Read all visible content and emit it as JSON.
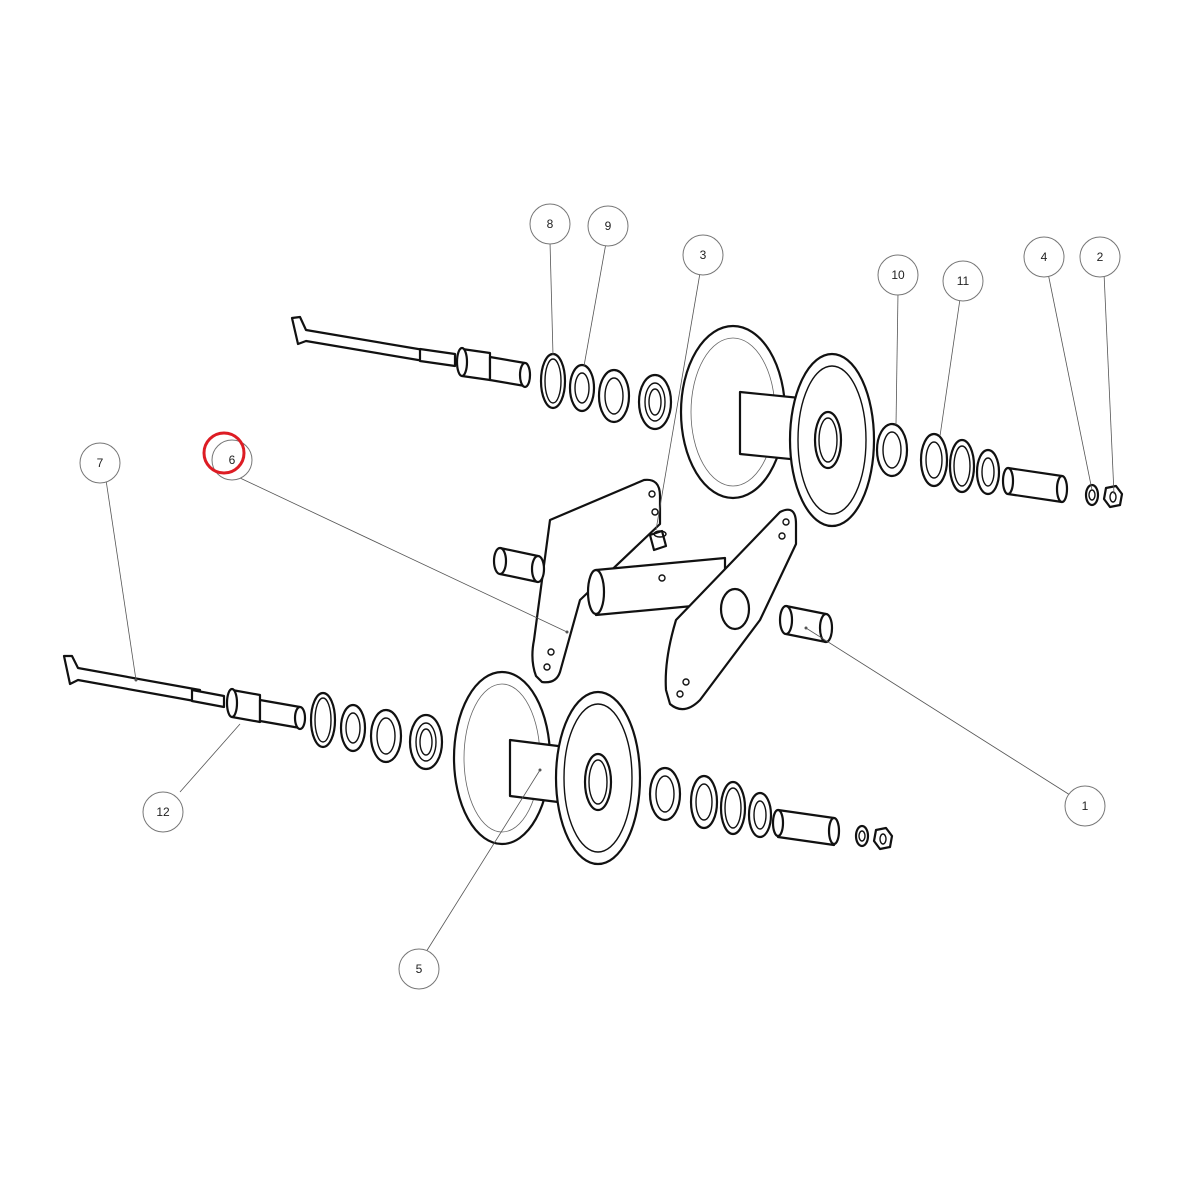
{
  "balloons": [
    {
      "id": "1",
      "label": "1"
    },
    {
      "id": "2",
      "label": "2"
    },
    {
      "id": "3",
      "label": "3"
    },
    {
      "id": "4",
      "label": "4"
    },
    {
      "id": "5",
      "label": "5"
    },
    {
      "id": "6",
      "label": "6"
    },
    {
      "id": "7",
      "label": "7"
    },
    {
      "id": "8",
      "label": "8"
    },
    {
      "id": "9",
      "label": "9"
    },
    {
      "id": "10",
      "label": "10"
    },
    {
      "id": "11",
      "label": "11"
    },
    {
      "id": "12",
      "label": "12"
    }
  ],
  "highlighted_balloon": "6",
  "colors": {
    "highlight": "#dd1c24",
    "line": "#111111",
    "leader": "#555555"
  }
}
